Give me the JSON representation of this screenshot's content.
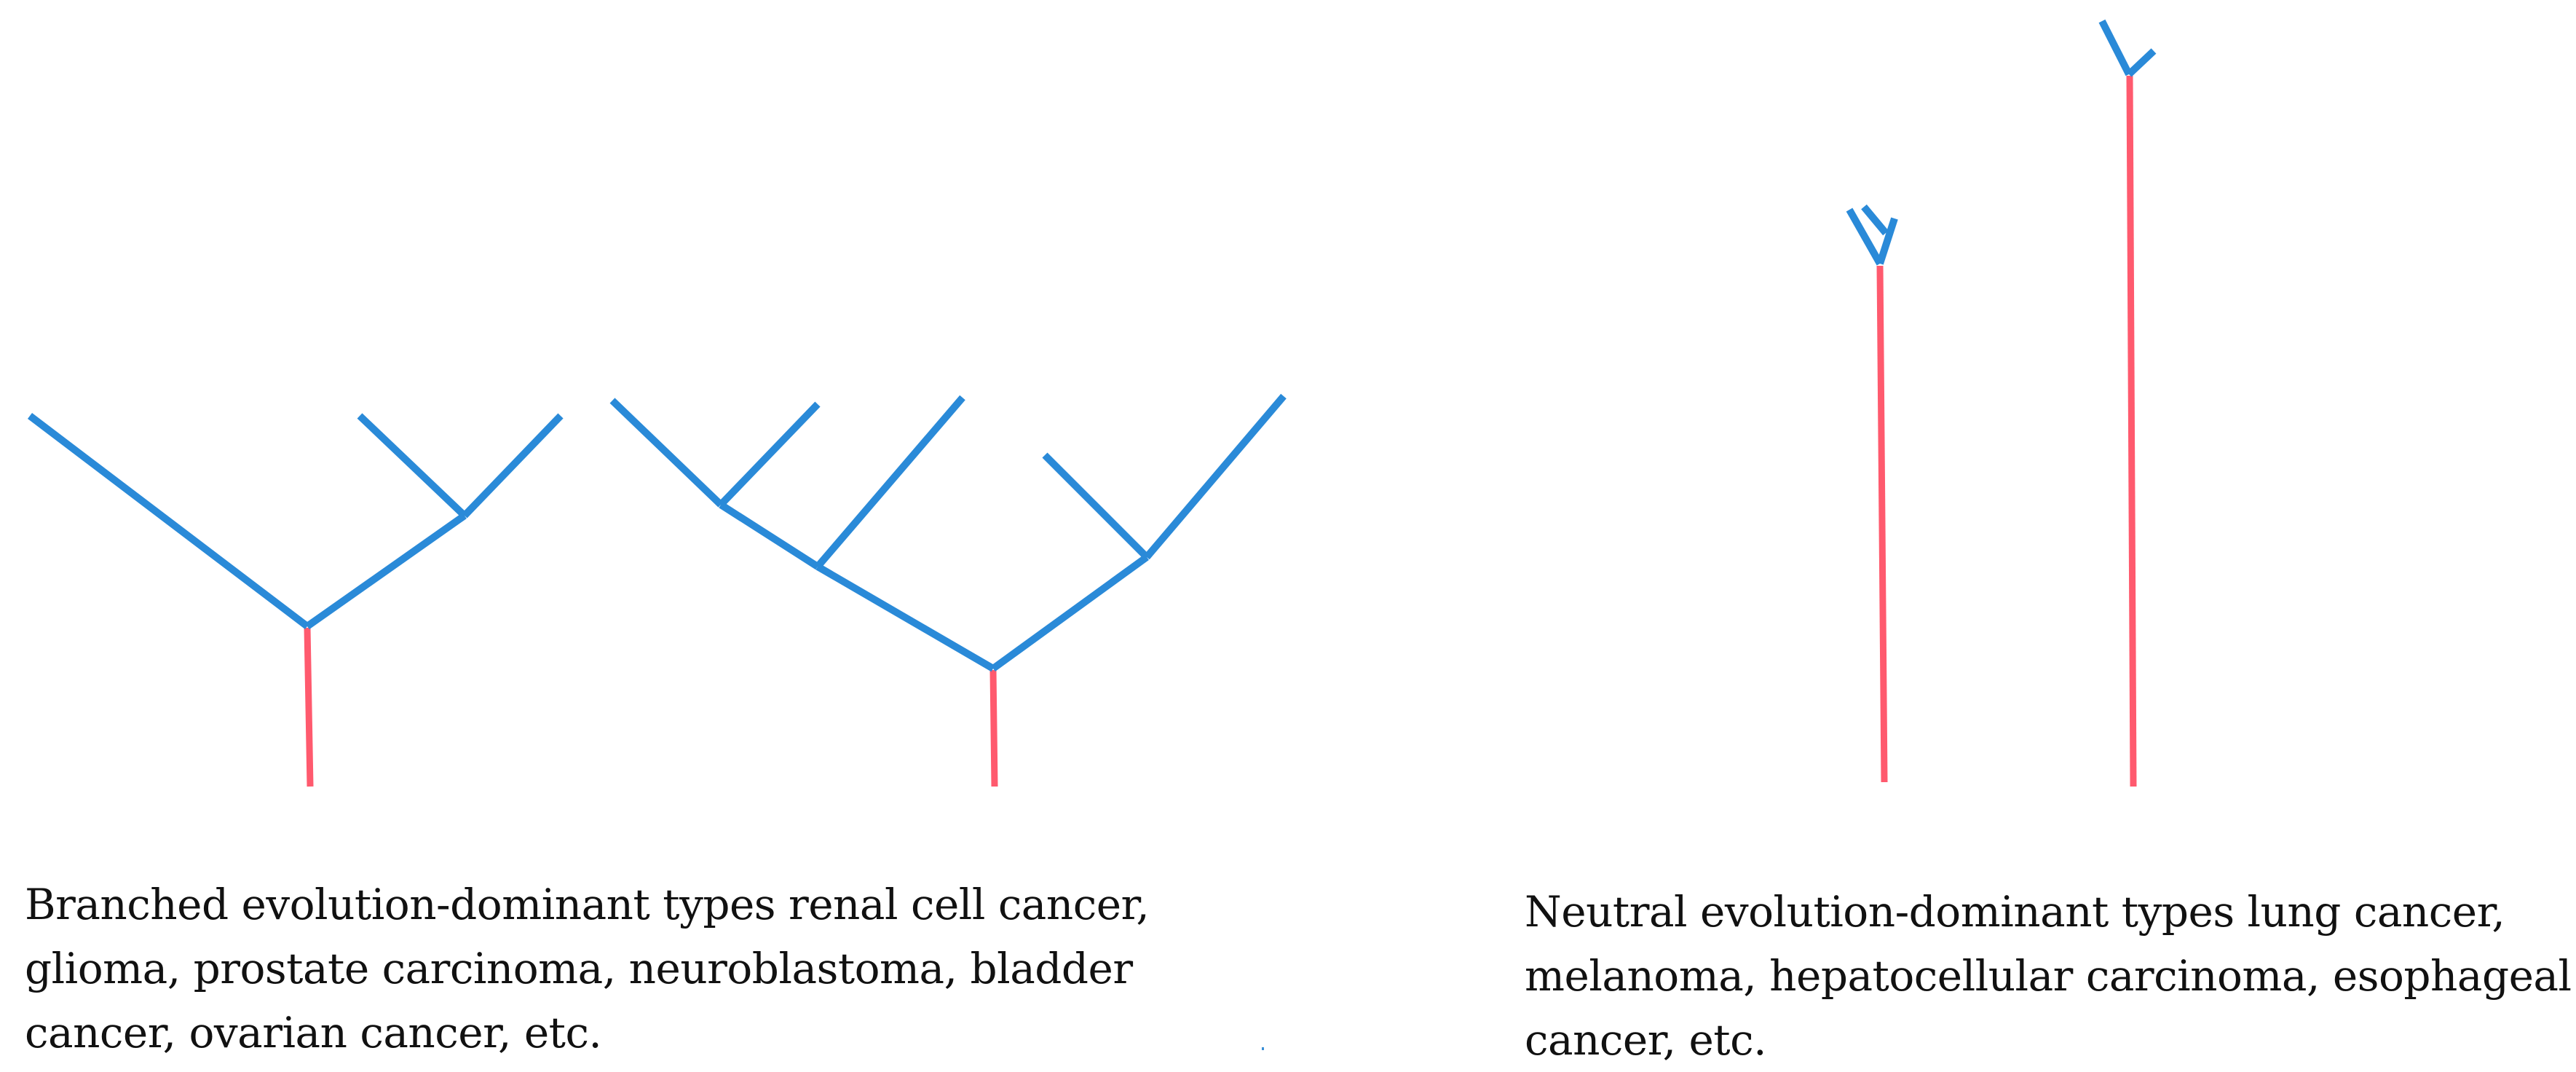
{
  "colors": {
    "branch": "#2a8ad8",
    "trunk": "#ff5a6e",
    "text": "#111111",
    "background": "#ffffff"
  },
  "panels": [
    {
      "id": "branched",
      "caption_lines": [
        "Branched evolution-dominant  types renal cell cancer,",
        "glioma, prostate carcinoma, neuroblastoma, bladder",
        "cancer, ovarian cancer, etc."
      ],
      "trees": [
        {
          "name": "branched-tree-1",
          "description": "two-level branching tree: left long branch, right branch splitting into two tips"
        },
        {
          "name": "branched-tree-2",
          "description": "multi-level branching tree with five terminal tips"
        }
      ]
    },
    {
      "id": "neutral",
      "caption_lines": [
        "Neutral evolution-dominant  types lung cancer,",
        "melanoma, hepatocellular carcinoma, esophageal",
        "cancer, etc."
      ],
      "trees": [
        {
          "name": "neutral-tree-1",
          "description": "long trunk with small three-tip branching at top"
        },
        {
          "name": "neutral-tree-2",
          "description": "longer trunk with small two-tip fork at top"
        }
      ]
    }
  ]
}
